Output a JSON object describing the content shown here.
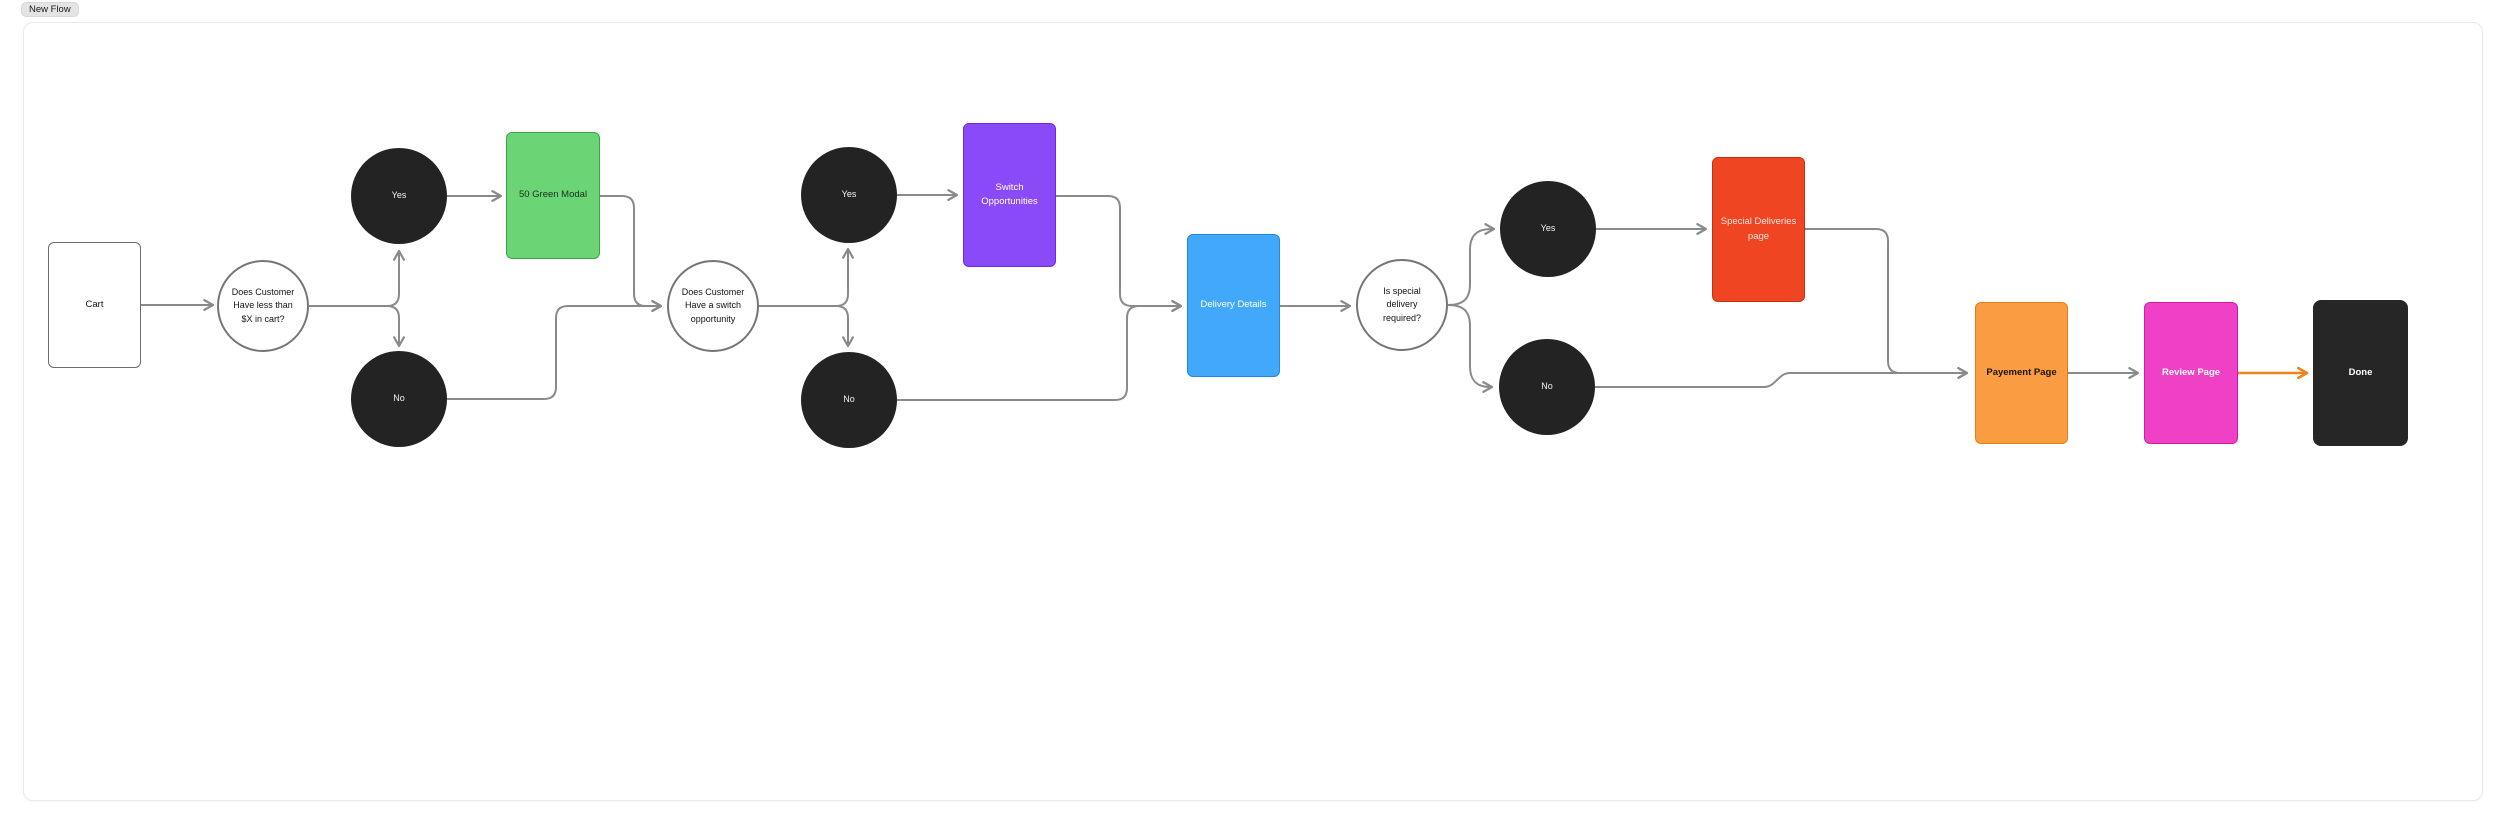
{
  "app": {
    "new_flow_button": "New Flow"
  },
  "colors": {
    "page_bg": "#ffffff",
    "canvas_border": "#e9e9e9",
    "connector": "#8a8a8a",
    "connector_active": "#f0811c"
  },
  "nodes": {
    "cart": {
      "label": "Cart",
      "fill": "#ffffff",
      "border": "#6d6d6d",
      "text": "#121212"
    },
    "decision_cart": {
      "label": "Does Customer\nHave less than\n$X in cart?",
      "fill": "#ffffff",
      "border": "#757575",
      "text": "#121212"
    },
    "yes1": {
      "label": "Yes",
      "fill": "#232323",
      "border": "#232323",
      "text": "#f2f2f2"
    },
    "no1": {
      "label": "No",
      "fill": "#232323",
      "border": "#232323",
      "text": "#f2f2f2"
    },
    "green_modal": {
      "label": "50 Green Modal",
      "fill": "#6bd475",
      "border": "#3da34b",
      "text": "#16301a"
    },
    "decision_switch": {
      "label": "Does Customer\nHave a switch\nopportunity",
      "fill": "#ffffff",
      "border": "#757575",
      "text": "#121212"
    },
    "yes2": {
      "label": "Yes",
      "fill": "#232323",
      "border": "#232323",
      "text": "#f2f2f2"
    },
    "no2": {
      "label": "No",
      "fill": "#232323",
      "border": "#232323",
      "text": "#f2f2f2"
    },
    "switch_opportunities": {
      "label": "Switch\nOpportunities",
      "fill": "#8b4af7",
      "border": "#6c2be0",
      "text": "#ffffff"
    },
    "delivery_details": {
      "label": "Delivery Details",
      "fill": "#41a8fa",
      "border": "#1f88e0",
      "text": "#ffffff"
    },
    "decision_special": {
      "label": "Is special\ndelivery\nrequired?",
      "fill": "#ffffff",
      "border": "#757575",
      "text": "#121212"
    },
    "yes3": {
      "label": "Yes",
      "fill": "#232323",
      "border": "#232323",
      "text": "#f2f2f2"
    },
    "no3": {
      "label": "No",
      "fill": "#232323",
      "border": "#232323",
      "text": "#f2f2f2"
    },
    "special_deliveries": {
      "label": "Special Deliveries\npage",
      "fill": "#ef4523",
      "border": "#c2320f",
      "text": "#ffe5de"
    },
    "payment_page": {
      "label": "Payement Page",
      "fill": "#fa9d42",
      "border": "#e87d10",
      "text": "#1c1306"
    },
    "review_page": {
      "label": "Review Page",
      "fill": "#ee41c6",
      "border": "#d01ba6",
      "text": "#ffffff"
    },
    "done": {
      "label": "Done",
      "fill": "#262626",
      "border": "#262626",
      "text": "#ffffff"
    }
  },
  "edges": [
    {
      "from": "cart",
      "to": "decision_cart"
    },
    {
      "from": "decision_cart",
      "to": "yes1"
    },
    {
      "from": "decision_cart",
      "to": "no1"
    },
    {
      "from": "yes1",
      "to": "green_modal"
    },
    {
      "from": "green_modal",
      "to": "decision_switch"
    },
    {
      "from": "no1",
      "to": "decision_switch"
    },
    {
      "from": "decision_switch",
      "to": "yes2"
    },
    {
      "from": "decision_switch",
      "to": "no2"
    },
    {
      "from": "yes2",
      "to": "switch_opportunities"
    },
    {
      "from": "switch_opportunities",
      "to": "delivery_details"
    },
    {
      "from": "no2",
      "to": "delivery_details"
    },
    {
      "from": "delivery_details",
      "to": "decision_special"
    },
    {
      "from": "decision_special",
      "to": "yes3"
    },
    {
      "from": "decision_special",
      "to": "no3"
    },
    {
      "from": "yes3",
      "to": "special_deliveries"
    },
    {
      "from": "special_deliveries",
      "to": "payment_page"
    },
    {
      "from": "no3",
      "to": "payment_page"
    },
    {
      "from": "payment_page",
      "to": "review_page"
    },
    {
      "from": "review_page",
      "to": "done",
      "color": "#f0811c"
    }
  ]
}
